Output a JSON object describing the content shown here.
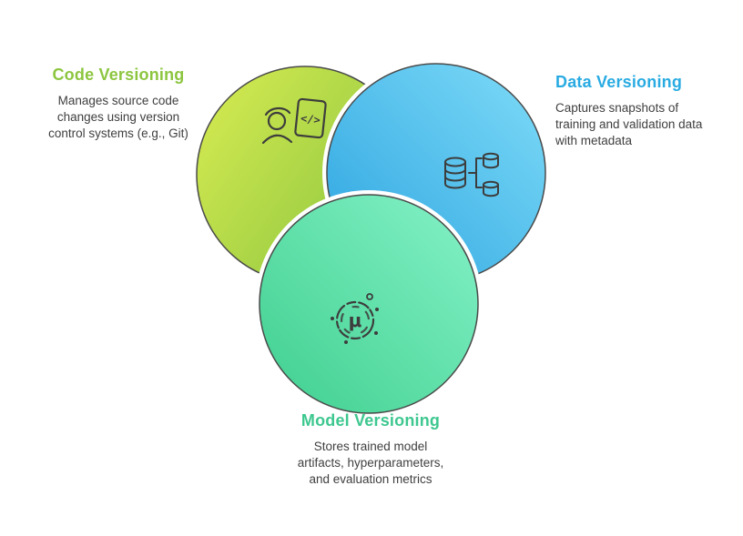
{
  "background": "#ffffff",
  "outline_color": "#4a4a4a",
  "icon_color": "#3d3d3d",
  "body_text_color": "#3f3f3f",
  "circles": {
    "code": {
      "label": "Code Versioning",
      "description": "Manages source code changes using version control systems (e.g., Git)",
      "heading_color": "#8cc63f",
      "gradient_start": "#d9ec52",
      "gradient_end": "#8cc63f",
      "icon": "developer-code-icon",
      "code_glyph": "</>"
    },
    "data": {
      "label": "Data Versioning",
      "description": "Captures snapshots of training and validation data with metadata",
      "heading_color": "#29abe2",
      "gradient_start": "#7fdcf8",
      "gradient_end": "#2ba3e0",
      "icon": "database-branch-icon"
    },
    "model": {
      "label": "Model Versioning",
      "description": "Stores trained model artifacts, hyperparameters, and evaluation metrics",
      "heading_color": "#3dc78f",
      "gradient_start": "#85f2c8",
      "gradient_end": "#3fcf8e",
      "icon": "model-mu-icon",
      "mu_symbol": "μ"
    }
  }
}
